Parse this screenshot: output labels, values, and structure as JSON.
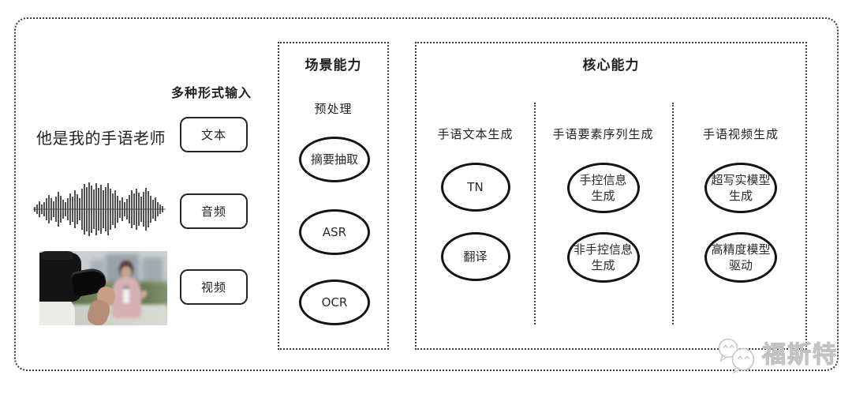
{
  "colors": {
    "line": "#141414",
    "border_dot": "#3c3c3c",
    "text": "#1f1f1f",
    "watermark": "#c6c6c6"
  },
  "input_section": {
    "label": "多种形式输入",
    "text_sample": "他是我的手语老师",
    "buttons": [
      {
        "label": "文本"
      },
      {
        "label": "音频"
      },
      {
        "label": "视频"
      }
    ],
    "waveform_icon": "audio-waveform",
    "video_thumbnail": "reporter-being-filmed-photo"
  },
  "scene_box": {
    "title": "场景能力",
    "stage_label": "预处理",
    "nodes": [
      {
        "lines": [
          "摘要抽取"
        ]
      },
      {
        "lines": [
          "ASR"
        ]
      },
      {
        "lines": [
          "OCR"
        ]
      }
    ]
  },
  "core_box": {
    "title": "核心能力",
    "columns": [
      {
        "header": "手语文本生成",
        "nodes": [
          {
            "lines": [
              "TN"
            ]
          },
          {
            "lines": [
              "翻译"
            ]
          }
        ]
      },
      {
        "header": "手语要素序列生成",
        "nodes": [
          {
            "lines": [
              "手控信息",
              "生成"
            ]
          },
          {
            "lines": [
              "非手控信息",
              "生成"
            ]
          }
        ]
      },
      {
        "header": "手语视频生成",
        "nodes": [
          {
            "lines": [
              "超写实模型",
              "生成"
            ]
          },
          {
            "lines": [
              "高精度模型",
              "驱动"
            ]
          }
        ]
      }
    ]
  },
  "watermark": {
    "text": "福斯特",
    "logo": "chat-bubbles-logo"
  }
}
